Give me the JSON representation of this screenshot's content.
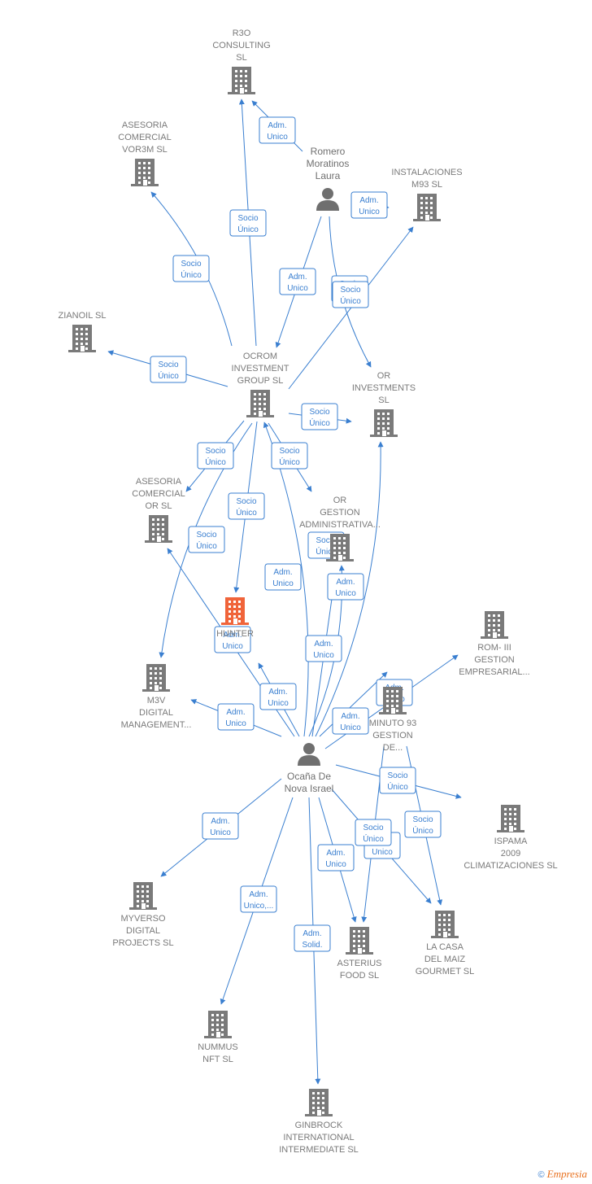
{
  "colors": {
    "edge": "#3a7fd0",
    "company": "#7a7a7a",
    "highlight": "#f0643a",
    "person": "#6f6f6f"
  },
  "nodes": [
    {
      "id": "r3o",
      "kind": "company",
      "lines": [
        "R3O",
        "CONSULTING",
        "SL"
      ]
    },
    {
      "id": "vor3m",
      "kind": "company",
      "lines": [
        "ASESORIA",
        "COMERCIAL",
        "VOR3M  SL"
      ]
    },
    {
      "id": "romero",
      "kind": "person",
      "lines": [
        "Romero",
        "Moratinos",
        "Laura"
      ]
    },
    {
      "id": "m93",
      "kind": "company",
      "lines": [
        "INSTALACIONES",
        "M93  SL"
      ]
    },
    {
      "id": "zianoil",
      "kind": "company",
      "lines": [
        "ZIANOIL  SL"
      ]
    },
    {
      "id": "ocrom",
      "kind": "company",
      "lines": [
        "OCROM",
        "INVESTMENT",
        "GROUP  SL"
      ]
    },
    {
      "id": "orinv",
      "kind": "company",
      "lines": [
        "OR",
        "INVESTMENTS",
        "SL"
      ]
    },
    {
      "id": "ascom",
      "kind": "company",
      "lines": [
        "ASESORIA",
        "COMERCIAL",
        "OR  SL"
      ]
    },
    {
      "id": "orgest",
      "kind": "company",
      "lines": [
        "OR",
        "GESTION",
        "ADMINISTRATIVA..."
      ]
    },
    {
      "id": "hunter",
      "kind": "highlight",
      "lines": [
        "HUNTER"
      ]
    },
    {
      "id": "rom3",
      "kind": "company",
      "lines": [
        "ROM- III",
        "GESTION",
        "EMPRESARIAL..."
      ]
    },
    {
      "id": "m3v",
      "kind": "company",
      "lines": [
        "M3V",
        "DIGITAL",
        "MANAGEMENT..."
      ]
    },
    {
      "id": "minuto",
      "kind": "company",
      "lines": [
        "MINUTO 93",
        "GESTION",
        "DE..."
      ]
    },
    {
      "id": "ocana",
      "kind": "person",
      "lines": [
        "Ocaña De",
        "Nova Israel"
      ]
    },
    {
      "id": "ispama",
      "kind": "company",
      "lines": [
        "ISPAMA",
        "2009",
        "CLIMATIZACIONES SL"
      ]
    },
    {
      "id": "myverso",
      "kind": "company",
      "lines": [
        "MYVERSO",
        "DIGITAL",
        "PROJECTS  SL"
      ]
    },
    {
      "id": "asterius",
      "kind": "company",
      "lines": [
        "ASTERIUS",
        "FOOD  SL"
      ]
    },
    {
      "id": "lacasa",
      "kind": "company",
      "lines": [
        "LA CASA",
        "DEL MAIZ",
        "GOURMET  SL"
      ]
    },
    {
      "id": "nummus",
      "kind": "company",
      "lines": [
        "NUMMUS",
        "NFT  SL"
      ]
    },
    {
      "id": "ginbrock",
      "kind": "company",
      "lines": [
        "GINBROCK",
        "INTERNATIONAL",
        "INTERMEDIATE SL"
      ]
    }
  ],
  "edges": [
    {
      "from": "ocrom",
      "to": "r3o",
      "label": [
        "Socio",
        "Único"
      ]
    },
    {
      "from": "romero",
      "to": "r3o",
      "label": [
        "Adm.",
        "Unico"
      ]
    },
    {
      "from": "ocrom",
      "to": "vor3m",
      "label": [
        "Socio",
        "Único"
      ]
    },
    {
      "from": "romero",
      "to": "m93",
      "label": [
        "Adm.",
        "Unico"
      ]
    },
    {
      "from": "ocrom",
      "to": "m93",
      "label": [
        "Socio",
        "Único"
      ]
    },
    {
      "from": "romero",
      "to": "ocrom",
      "label": [
        "Adm.",
        "Unico"
      ]
    },
    {
      "from": "romero",
      "to": "orinv",
      "label": [
        "Socio",
        "Único"
      ]
    },
    {
      "from": "ocrom",
      "to": "zianoil",
      "label": [
        "Socio",
        "Único"
      ]
    },
    {
      "from": "ocrom",
      "to": "orinv",
      "label": [
        "Socio",
        "Único"
      ]
    },
    {
      "from": "ocrom",
      "to": "ascom",
      "label": [
        "Socio",
        "Único"
      ]
    },
    {
      "from": "ocrom",
      "to": "orgest",
      "label": [
        "Socio",
        "Único"
      ]
    },
    {
      "from": "ocrom",
      "to": "hunter",
      "label": [
        "Socio",
        "Único"
      ]
    },
    {
      "from": "ocrom",
      "to": "m3v",
      "label": [
        "Socio",
        "Único"
      ]
    },
    {
      "from": "ocana",
      "to": "ocrom",
      "label": [
        "Adm.",
        "Unico"
      ]
    },
    {
      "from": "ocana",
      "to": "orgest",
      "label": [
        "Socio",
        "Único"
      ]
    },
    {
      "from": "ocana",
      "to": "orinv",
      "label": [
        "Adm.",
        "Unico"
      ]
    },
    {
      "from": "ocana",
      "to": "ascom",
      "label": [
        "Adm.",
        "Unico"
      ]
    },
    {
      "from": "ocana",
      "to": "hunter",
      "label": [
        "Adm.",
        "Unico"
      ]
    },
    {
      "from": "ocana",
      "to": "orgest",
      "label": [
        "Adm.",
        "Unico"
      ]
    },
    {
      "from": "ocana",
      "to": "rom3",
      "label": [
        "Adm.",
        "Unico"
      ]
    },
    {
      "from": "ocana",
      "to": "m3v",
      "label": [
        "Adm.",
        "Unico"
      ]
    },
    {
      "from": "ocana",
      "to": "minuto",
      "label": [
        "Adm.",
        "Unico"
      ]
    },
    {
      "from": "ocana",
      "to": "ispama",
      "label": [
        "Socio",
        "Único"
      ]
    },
    {
      "from": "ocana",
      "to": "myverso",
      "label": [
        "Adm.",
        "Unico"
      ]
    },
    {
      "from": "ocana",
      "to": "nummus",
      "label": [
        "Adm.",
        "Unico,..."
      ]
    },
    {
      "from": "ocana",
      "to": "ginbrock",
      "label": [
        "Adm.",
        "Solid."
      ]
    },
    {
      "from": "ocana",
      "to": "asterius",
      "label": [
        "Adm.",
        "Unico"
      ]
    },
    {
      "from": "ocana",
      "to": "lacasa",
      "label": [
        "Adm.",
        "Unico"
      ]
    },
    {
      "from": "minuto",
      "to": "asterius",
      "label": [
        "Socio",
        "Único"
      ]
    },
    {
      "from": "minuto",
      "to": "lacasa",
      "label": [
        "Socio",
        "Único"
      ]
    }
  ],
  "footer": {
    "copyright": "©",
    "brand": "Empresia"
  }
}
